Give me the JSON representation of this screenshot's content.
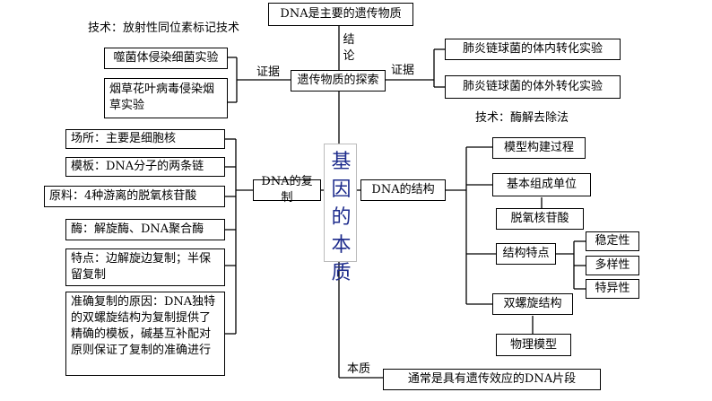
{
  "diagram": {
    "center_title": "基因的本质",
    "top": {
      "conclusion_box": "DNA是主要的遗传物质",
      "conclusion_label": "结论",
      "explore_box": "遗传物质的探索",
      "evidence_left_label": "证据",
      "evidence_right_label": "证据",
      "left_tech_label": "技术：放射性同位素标记技术",
      "left_items": [
        "噬菌体侵染细菌实验",
        "烟草花叶病毒侵染烟草实验"
      ],
      "right_items": [
        "肺炎链球菌的体内转化实验",
        "肺炎链球菌的体外转化实验"
      ],
      "right_tech_label": "技术：酶解去除法"
    },
    "replication": {
      "hub": "DNA的复制",
      "items": [
        "场所：主要是细胞核",
        "模板：DNA分子的两条链",
        "原料：4种游离的脱氧核苷酸",
        "酶：解旋酶、DNA聚合酶",
        "特点：边解旋边复制；半保留复制",
        "准确复制的原因：DNA独特的双螺旋结构为复制提供了精确的模板，碱基互补配对原则保证了复制的准确进行"
      ]
    },
    "structure": {
      "hub": "DNA的结构",
      "model_process": "模型构建过程",
      "basic_unit": "基本组成单位",
      "nucleotide": "脱氧核苷酸",
      "features": "结构特点",
      "feature_items": [
        "稳定性",
        "多样性",
        "特异性"
      ],
      "double_helix": "双螺旋结构",
      "physical_model": "物理模型"
    },
    "essence": {
      "label": "本质",
      "box": "通常是具有遗传效应的DNA片段"
    }
  }
}
